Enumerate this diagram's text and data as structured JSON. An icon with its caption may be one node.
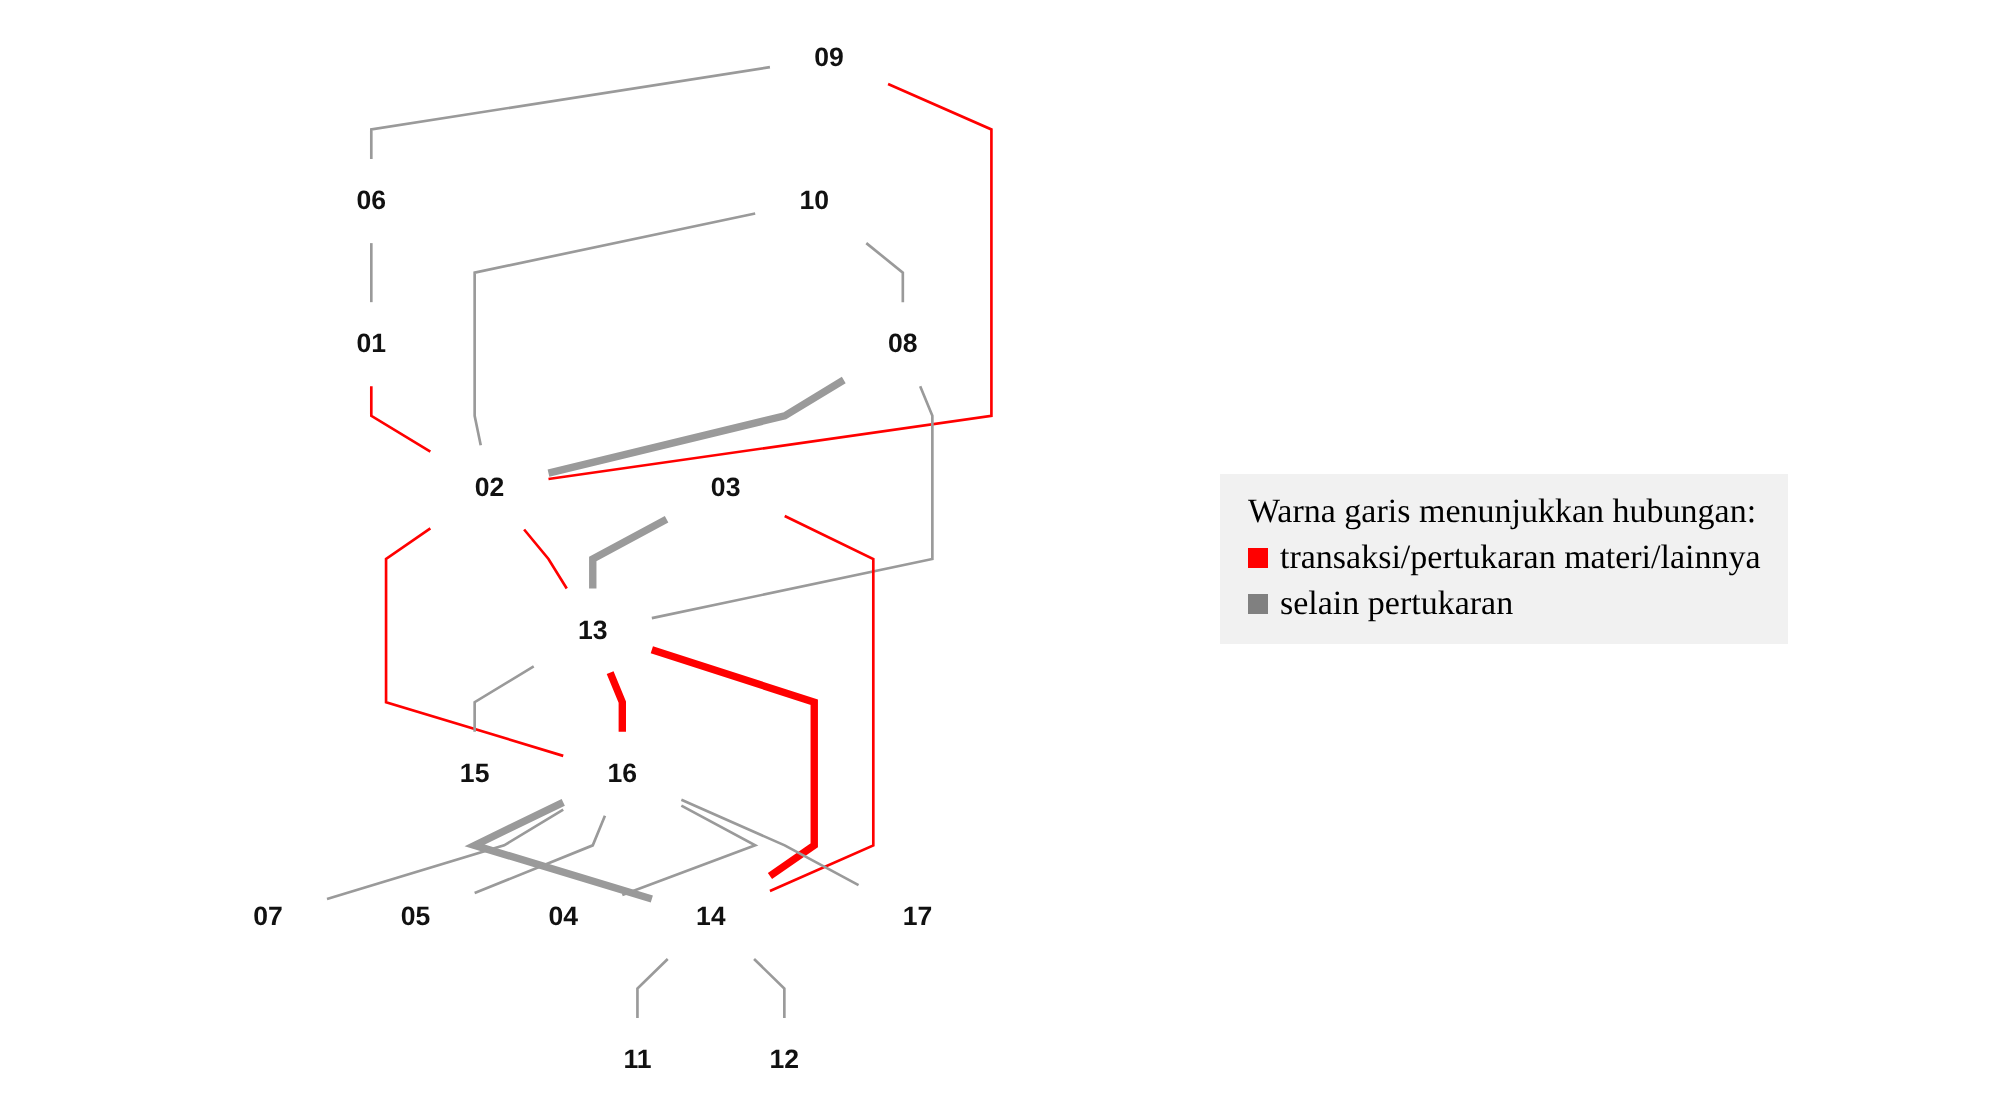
{
  "diagram": {
    "nodes": [
      {
        "text": [
          "06"
        ]
      },
      {
        "text": [
          "09"
        ]
      },
      {
        "text": [
          "01"
        ]
      },
      {
        "text": [
          "10"
        ]
      },
      {
        "text": [
          "02"
        ]
      },
      {
        "text": [
          "08"
        ]
      },
      {
        "text": [
          "03"
        ]
      },
      {
        "text": [
          "13"
        ]
      },
      {
        "text": [
          "15"
        ]
      },
      {
        "text": [
          "07"
        ]
      },
      {
        "text": [
          "16"
        ]
      },
      {
        "text": [
          "05"
        ]
      },
      {
        "text": [
          "14"
        ]
      },
      {
        "text": [
          "04"
        ]
      },
      {
        "text": [
          "17"
        ]
      },
      {
        "text": [
          "11"
        ]
      },
      {
        "text": [
          "12"
        ]
      }
    ],
    "edges": [
      {
        "from": 1,
        "to": 0,
        "arrow": "none"
      },
      {
        "from": 0,
        "to": 2,
        "arrow": "none"
      },
      {
        "from": 1,
        "to": 4,
        "arrow": "none",
        "color": "#ff0000"
      },
      {
        "from": 2,
        "to": 4,
        "arrow": "none",
        "color": "#ff0000"
      },
      {
        "from": 3,
        "to": 4,
        "arrow": "none"
      },
      {
        "from": 3,
        "to": 5,
        "arrow": "none"
      },
      {
        "from": 5,
        "to": 4,
        "arrow": "none",
        "style": "thick"
      },
      {
        "from": 4,
        "to": 10,
        "arrow": "none",
        "color": "#ff0000"
      },
      {
        "from": 4,
        "to": 7,
        "arrow": "none",
        "color": "#ff0000"
      },
      {
        "from": 5,
        "to": 7,
        "arrow": "none"
      },
      {
        "from": 6,
        "to": 7,
        "arrow": "none",
        "style": "thick"
      },
      {
        "from": 7,
        "to": 8,
        "arrow": "none"
      },
      {
        "from": 7,
        "to": 10,
        "arrow": "none",
        "style": "thick",
        "color": "#ff0000"
      },
      {
        "from": 7,
        "to": 12,
        "arrow": "none",
        "style": "thick",
        "color": "#ff0000"
      },
      {
        "from": 6,
        "to": 12,
        "arrow": "none",
        "color": "#ff0000"
      },
      {
        "from": 10,
        "to": 12,
        "arrow": "none",
        "style": "thick"
      },
      {
        "from": 10,
        "to": 9,
        "arrow": "none"
      },
      {
        "from": 10,
        "to": 11,
        "arrow": "none"
      },
      {
        "from": 10,
        "to": 13,
        "arrow": "none"
      },
      {
        "from": 10,
        "to": 14,
        "arrow": "none"
      },
      {
        "from": 12,
        "to": 15,
        "arrow": "none"
      },
      {
        "from": 12,
        "to": 16,
        "arrow": "none"
      }
    ],
    "legend": [
      {
        "text": "Warna garis menunjukkan hubungan:"
      },
      {
        "text": "transaksi/pertukaran materi/lainnya",
        "color": "#ff0000"
      },
      {
        "text": "selain pertukaran",
        "color": "#808080"
      }
    ]
  }
}
